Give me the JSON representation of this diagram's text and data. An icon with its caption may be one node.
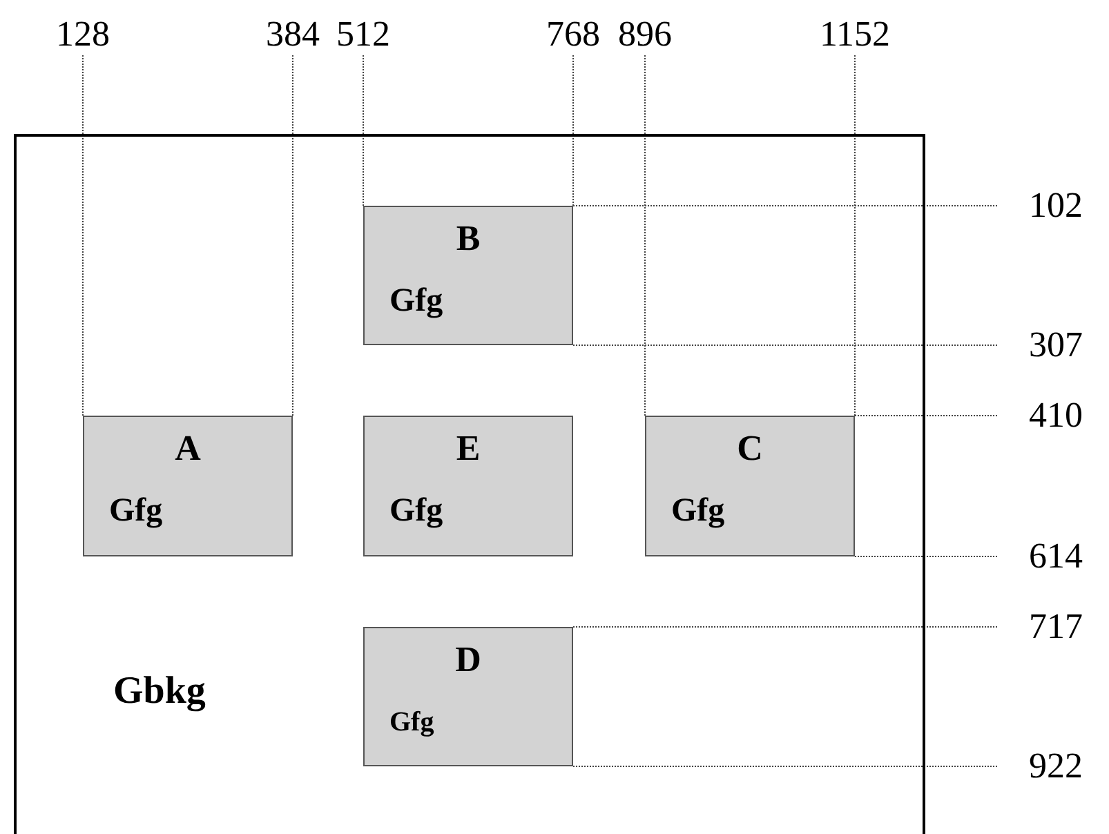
{
  "diagram": {
    "nodes": [
      {
        "text": [
          "Gbkg"
        ]
      },
      {
        "text": [
          "B",
          "Gfg"
        ],
        "in": 0
      },
      {
        "text": [
          "A",
          "Gfg"
        ],
        "in": 0
      },
      {
        "text": [
          "E",
          "Gfg"
        ],
        "in": 0
      },
      {
        "text": [
          "C",
          "Gfg"
        ],
        "in": 0
      },
      {
        "text": [
          "D",
          "Gfg"
        ],
        "in": 0
      }
    ],
    "edges": [],
    "labels": [
      "128",
      "384",
      "512",
      "768",
      "896",
      "1152",
      "102",
      "307",
      "410",
      "614",
      "717",
      "922"
    ]
  }
}
